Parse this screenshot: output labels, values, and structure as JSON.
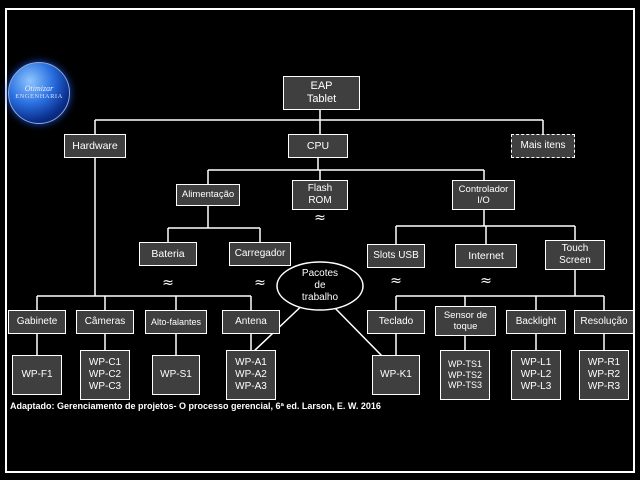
{
  "logo": {
    "line1": "Otimizar",
    "line2": "ENGENHARIA"
  },
  "caption": "Adaptado: Gerenciamento de projetos- O processo gerencial, 6ª ed. Larson, E. W. 2016",
  "approx_symbol": "≈",
  "nodes": {
    "root": "EAP\nTablet",
    "hardware": "Hardware",
    "cpu": "CPU",
    "mais_itens": "Mais itens",
    "alimentacao": "Alimentação",
    "flash_rom": "Flash\nROM",
    "controlador_io": "Controlador\nI/O",
    "bateria": "Bateria",
    "carregador": "Carregador",
    "slots_usb": "Slots USB",
    "internet": "Internet",
    "touch_screen": "Touch\nScreen",
    "pacotes_trabalho": "Pacotes\nde\ntrabalho",
    "gabinete": "Gabinete",
    "cameras": "Câmeras",
    "alto_falantes": "Alto-falantes",
    "antena": "Antena",
    "teclado": "Teclado",
    "sensor_toque": "Sensor de\ntoque",
    "backlight": "Backlight",
    "resolucao": "Resolução",
    "wp_f": "WP-F1",
    "wp_c": "WP-C1\nWP-C2\nWP-C3",
    "wp_s": "WP-S1",
    "wp_a": "WP-A1\nWP-A2\nWP-A3",
    "wp_k": "WP-K1",
    "wp_ts": "WP-TS1\nWP-TS2\nWP-TS3",
    "wp_l": "WP-L1\nWP-L2\nWP-L3",
    "wp_r": "WP-R1\nWP-R2\nWP-R3"
  }
}
